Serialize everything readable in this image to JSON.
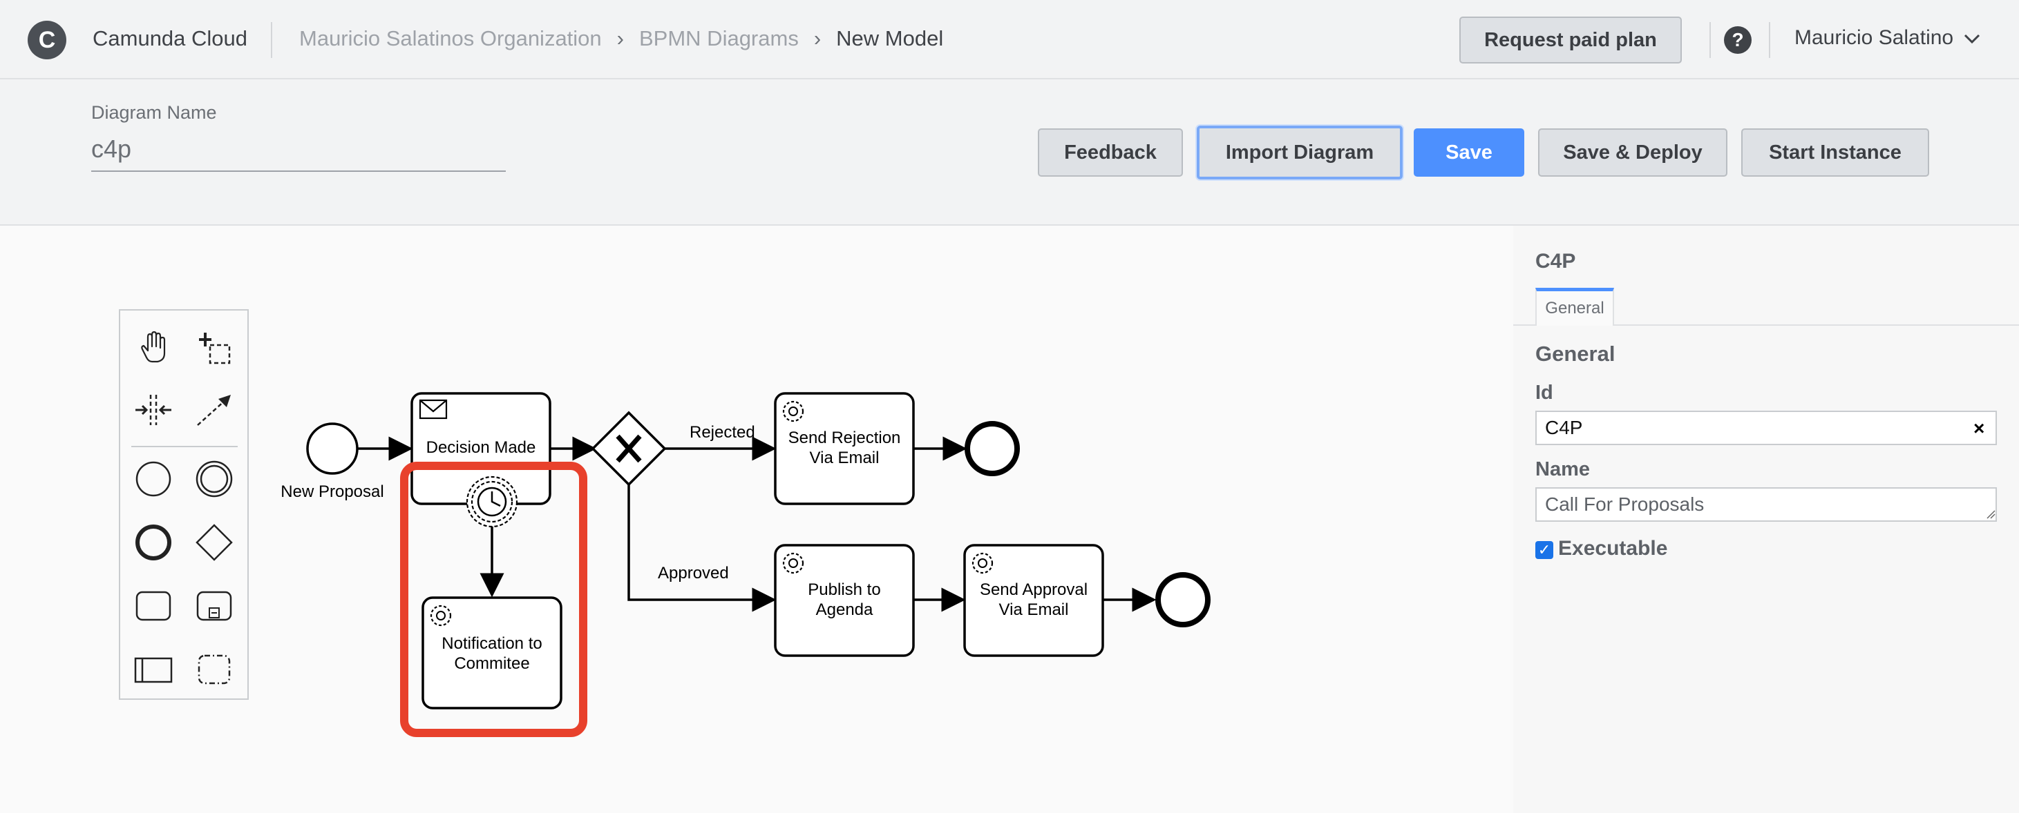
{
  "topbar": {
    "logo_glyph": "C",
    "app_name": "Camunda Cloud",
    "breadcrumbs": [
      "Mauricio Salatinos Organization",
      "BPMN Diagrams",
      "New Model"
    ],
    "breadcrumb_separator": "›",
    "request_plan_label": "Request paid plan",
    "help_glyph": "?",
    "user_name": "Mauricio Salatino"
  },
  "toolbar": {
    "diagram_name_label": "Diagram Name",
    "diagram_name_value": "c4p",
    "feedback_label": "Feedback",
    "import_label": "Import Diagram",
    "save_label": "Save",
    "save_deploy_label": "Save & Deploy",
    "start_instance_label": "Start Instance"
  },
  "palette": {
    "tools": [
      "hand-tool-icon",
      "lasso-tool-icon",
      "space-tool-icon",
      "connect-tool-icon",
      "start-event-icon",
      "intermediate-event-icon",
      "end-event-icon",
      "gateway-icon",
      "task-icon",
      "subprocess-icon",
      "pool-icon",
      "group-icon"
    ]
  },
  "diagram": {
    "start_event_label": "New Proposal",
    "task_decision": "Decision Made",
    "gateway_rejected_label": "Rejected",
    "gateway_approved_label": "Approved",
    "task_send_rejection_1": "Send Rejection",
    "task_send_rejection_2": "Via Email",
    "task_publish_1": "Publish to",
    "task_publish_2": "Agenda",
    "task_send_approval_1": "Send Approval",
    "task_send_approval_2": "Via Email",
    "task_notification_1": "Notification to",
    "task_notification_2": "Commitee",
    "highlight_color": "#e8412c"
  },
  "properties": {
    "title": "C4P",
    "tab_general": "General",
    "section_general": "General",
    "id_label": "Id",
    "id_value": "C4P",
    "clear_glyph": "×",
    "name_label": "Name",
    "name_value": "Call For Proposals",
    "executable_label": "Executable",
    "executable_checked": true
  },
  "colors": {
    "primary": "#4d90fe",
    "accent_focus": "#4d90fe"
  }
}
